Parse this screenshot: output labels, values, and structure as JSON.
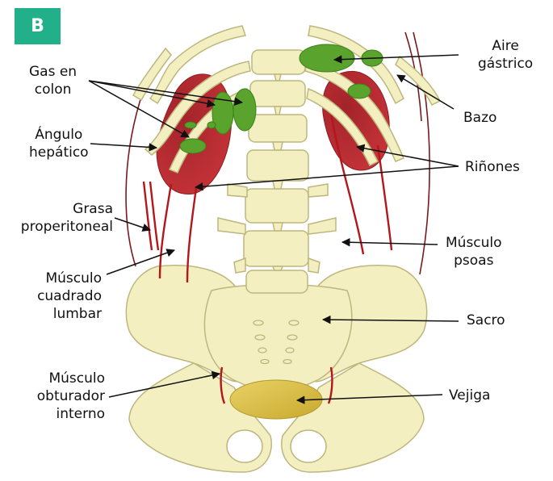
{
  "panel_letter": "B",
  "labels": {
    "gas_colon": [
      "Gas en",
      "colon"
    ],
    "angulo_hepatico": [
      "Ángulo",
      "hepático"
    ],
    "grasa": [
      "Grasa",
      "properitoneal"
    ],
    "cuadrado": [
      "Músculo",
      "cuadrado",
      "lumbar"
    ],
    "obturador": [
      "Músculo",
      "obturador",
      "interno"
    ],
    "aire_gastrico": [
      "Aire",
      "gástrico"
    ],
    "bazo": "Bazo",
    "rinones": "Riñones",
    "psoas": [
      "Músculo",
      "psoas"
    ],
    "sacro": "Sacro",
    "vejiga": "Vejiga"
  },
  "colors": {
    "badge": "#21b08a",
    "bone": "#f3efc0",
    "bone_outline": "#bdb77e",
    "kidney": "#b8292c",
    "gas": "#5aa42d",
    "muscle_line": "#b3161b",
    "bladder": "#d9be45"
  }
}
